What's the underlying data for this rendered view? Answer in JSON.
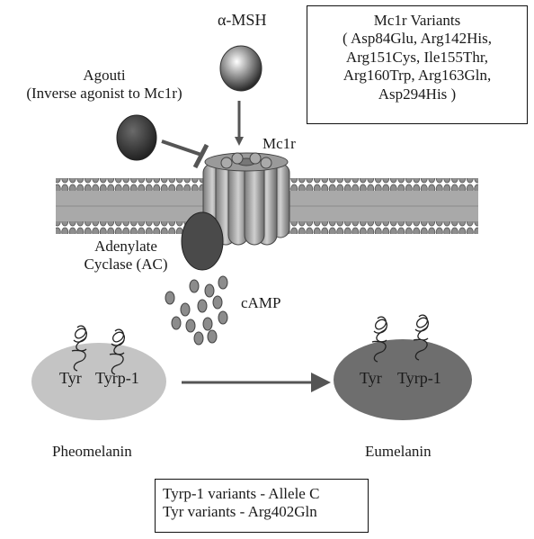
{
  "labels": {
    "alpha_msh": "α-MSH",
    "agouti_title": "Agouti",
    "agouti_sub": "(Inverse agonist to Mc1r)",
    "mc1r": "Mc1r",
    "ac_line1": "Adenylate",
    "ac_line2": "Cyclase (AC)",
    "camp": "cAMP",
    "tyr_left": "Tyr",
    "tyrp1_left": "Tyrp-1",
    "tyr_right": "Tyr",
    "tyrp1_right": "Tyrp-1",
    "pheomelanin": "Pheomelanin",
    "eumelanin": "Eumelanin"
  },
  "mc1r_variants_box": {
    "title": "Mc1r Variants",
    "lines": [
      "( Asp84Glu, Arg142His,",
      "Arg151Cys, Ile155Thr,",
      "Arg160Trp, Arg163Gln,",
      "Asp294His )"
    ]
  },
  "tyrp_variants_box": {
    "lines": [
      "Tyrp-1 variants - Allele C",
      "Tyr variants - Arg402Gln"
    ]
  },
  "colors": {
    "membrane": "#9a9a9a",
    "agouti": "#3a3a3a",
    "adenylate_cyclase": "#4a4a4a",
    "camp_dots": "#8c8c8c",
    "pheo_cell": "#c4c4c4",
    "eu_cell": "#6e6e6e"
  }
}
